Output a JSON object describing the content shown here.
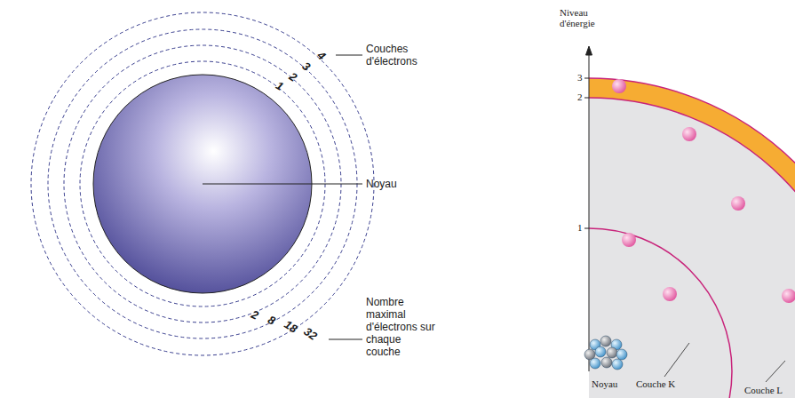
{
  "diagram": {
    "labels": [
      "1",
      "2",
      "3",
      "4",
      "Couches d'électrons",
      "Noyau",
      "2",
      "8",
      "18",
      "32",
      "Nombre maximal d'électrons sur chaque couche",
      "Niveau d'énergie",
      "3",
      "2",
      "1",
      "Noyau",
      "Couche K",
      "Couche L"
    ]
  }
}
